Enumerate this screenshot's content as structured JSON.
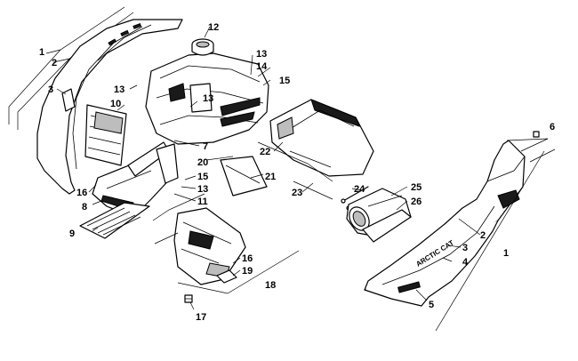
{
  "diagram": {
    "callouts": [
      {
        "id": "c1a",
        "label": "1"
      },
      {
        "id": "c2a",
        "label": "2"
      },
      {
        "id": "c3a",
        "label": "3"
      },
      {
        "id": "c10",
        "label": "10"
      },
      {
        "id": "c13a",
        "label": "13"
      },
      {
        "id": "c12",
        "label": "12"
      },
      {
        "id": "c13b",
        "label": "13"
      },
      {
        "id": "c14",
        "label": "14"
      },
      {
        "id": "c15a",
        "label": "15"
      },
      {
        "id": "c13c",
        "label": "13"
      },
      {
        "id": "c7",
        "label": "7"
      },
      {
        "id": "c20",
        "label": "20"
      },
      {
        "id": "c21",
        "label": "21"
      },
      {
        "id": "c15b",
        "label": "15"
      },
      {
        "id": "c13d",
        "label": "13"
      },
      {
        "id": "c11",
        "label": "11"
      },
      {
        "id": "c16a",
        "label": "16"
      },
      {
        "id": "c8",
        "label": "8"
      },
      {
        "id": "c9",
        "label": "9"
      },
      {
        "id": "c22",
        "label": "22"
      },
      {
        "id": "c23",
        "label": "23"
      },
      {
        "id": "c24",
        "label": "24"
      },
      {
        "id": "c25",
        "label": "25"
      },
      {
        "id": "c26",
        "label": "26"
      },
      {
        "id": "c16b",
        "label": "16"
      },
      {
        "id": "c19",
        "label": "19"
      },
      {
        "id": "c18",
        "label": "18"
      },
      {
        "id": "c17",
        "label": "17"
      },
      {
        "id": "c6",
        "label": "6"
      },
      {
        "id": "c2b",
        "label": "2"
      },
      {
        "id": "c3b",
        "label": "3"
      },
      {
        "id": "c4",
        "label": "4"
      },
      {
        "id": "c1b",
        "label": "1"
      },
      {
        "id": "c5",
        "label": "5"
      }
    ],
    "decal_text": "ARCTIC CAT"
  }
}
